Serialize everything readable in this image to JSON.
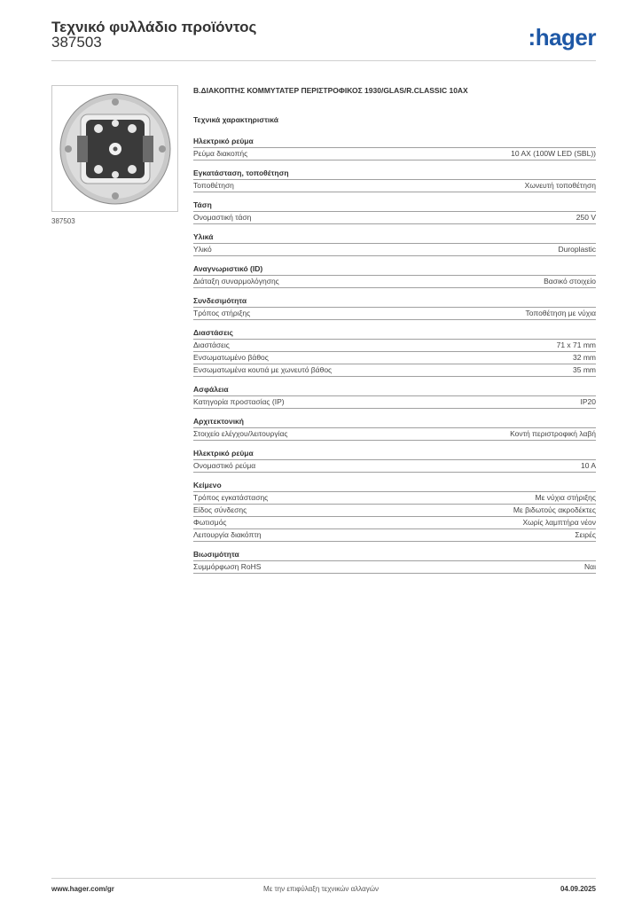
{
  "header": {
    "title": "Τεχνικό φυλλάδιο προϊόντος",
    "code": "387503",
    "logo_text": "hager",
    "logo_color": "#1e58a6"
  },
  "photo": {
    "caption": "387503"
  },
  "product": {
    "title": "Β.ΔΙΑΚΟΠΤΗΣ ΚΟΜΜΥΤΑΤΕΡ ΠΕΡΙΣΤΡΟΦΙΚΟΣ 1930/GLAS/R.CLASSIC 10AX",
    "section_title": "Τεχνικά χαρακτηριστικά"
  },
  "groups": [
    {
      "title": "Ηλεκτρικό ρεύμα",
      "rows": [
        {
          "k": "Ρεύμα διακοπής",
          "v": "10 AX (100W LED (SBL))"
        }
      ]
    },
    {
      "title": "Εγκατάσταση, τοποθέτηση",
      "rows": [
        {
          "k": "Τοποθέτηση",
          "v": "Χωνευτή τοποθέτηση"
        }
      ]
    },
    {
      "title": "Τάση",
      "rows": [
        {
          "k": "Ονομαστική τάση",
          "v": "250 V"
        }
      ]
    },
    {
      "title": "Υλικά",
      "rows": [
        {
          "k": "Υλικό",
          "v": "Duroplastic"
        }
      ]
    },
    {
      "title": "Αναγνωριστικό (ID)",
      "rows": [
        {
          "k": "Διάταξη συναρμολόγησης",
          "v": "Βασικό στοιχείο"
        }
      ]
    },
    {
      "title": "Συνδεσιμότητα",
      "rows": [
        {
          "k": "Τρόπος στήριξης",
          "v": "Τοποθέτηση με νύχια"
        }
      ]
    },
    {
      "title": "Διαστάσεις",
      "rows": [
        {
          "k": "Διαστάσεις",
          "v": "71 x 71 mm"
        },
        {
          "k": "Ενσωματωμένο βάθος",
          "v": "32 mm"
        },
        {
          "k": "Ενσωματωμένα κουτιά με χωνευτό βάθος",
          "v": "35 mm"
        }
      ]
    },
    {
      "title": "Ασφάλεια",
      "rows": [
        {
          "k": "Κατηγορία προστασίας (IP)",
          "v": "IP20"
        }
      ]
    },
    {
      "title": "Αρχιτεκτονική",
      "rows": [
        {
          "k": "Στοιχείο ελέγχου/λειτουργίας",
          "v": "Κοντή περιστροφική λαβή"
        }
      ]
    },
    {
      "title": "Ηλεκτρικό ρεύμα",
      "rows": [
        {
          "k": "Ονομαστικό ρεύμα",
          "v": "10 A"
        }
      ]
    },
    {
      "title": "Κείμενο",
      "rows": [
        {
          "k": "Τρόπος εγκατάστασης",
          "v": "Με νύχια στήριξης"
        },
        {
          "k": "Είδος σύνδεσης",
          "v": "Με βιδωτούς ακροδέκτες"
        },
        {
          "k": "Φωτισμός",
          "v": "Χωρίς λαμπτήρα νέον"
        },
        {
          "k": "Λειτουργία διακόπτη",
          "v": "Σειρές"
        }
      ]
    },
    {
      "title": "Βιωσιμότητα",
      "rows": [
        {
          "k": "Συμμόρφωση RoHS",
          "v": "Ναι"
        }
      ]
    }
  ],
  "footer": {
    "website": "www.hager.com/gr",
    "note": "Με την επιφύλαξη τεχνικών αλλαγών",
    "date": "04.09.2025"
  }
}
